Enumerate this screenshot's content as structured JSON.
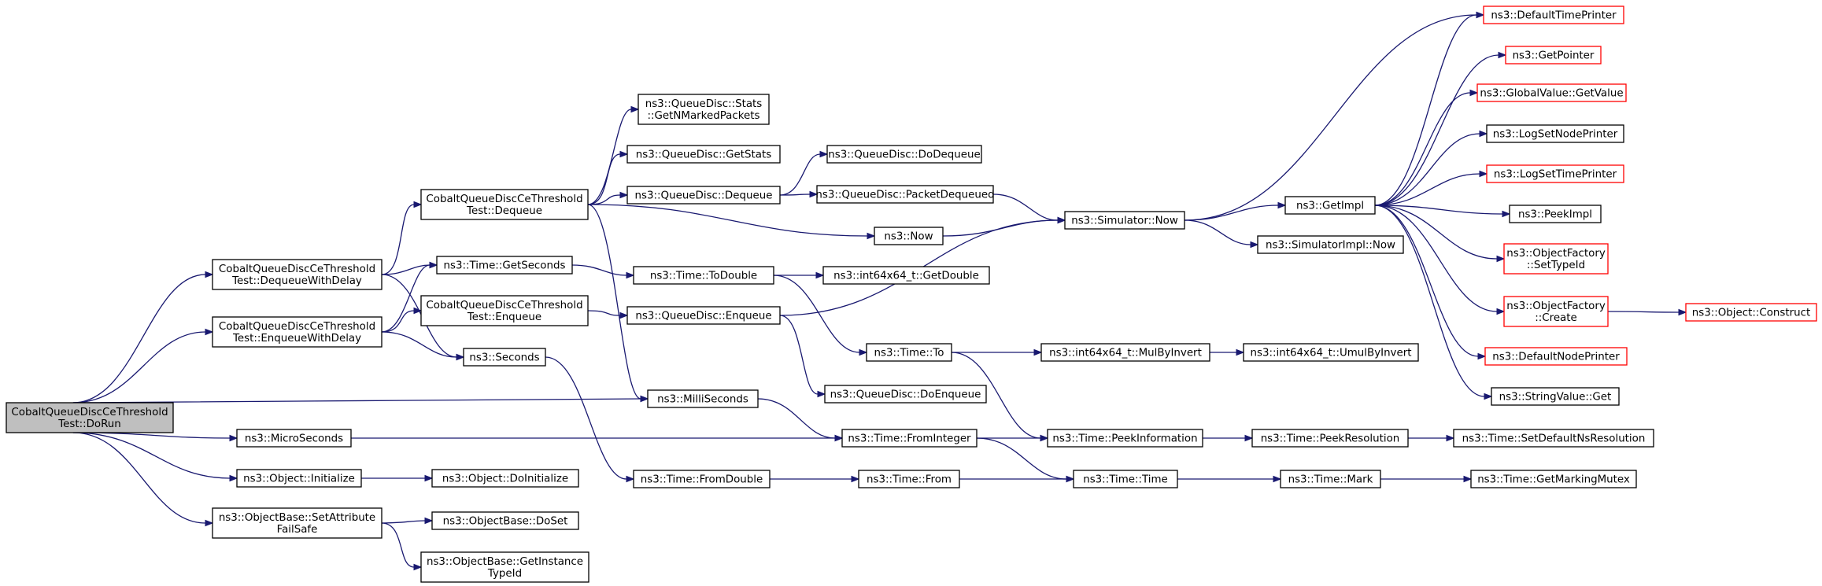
{
  "nodes": [
    {
      "id": "doRun",
      "label": [
        "CobaltQueueDiscCeThreshold",
        "Test::DoRun"
      ],
      "style": "root"
    },
    {
      "id": "dequeueWithDelay",
      "label": [
        "CobaltQueueDiscCeThreshold",
        "Test::DequeueWithDelay"
      ],
      "style": "normal"
    },
    {
      "id": "enqueueWithDelay",
      "label": [
        "CobaltQueueDiscCeThreshold",
        "Test::EnqueueWithDelay"
      ],
      "style": "normal"
    },
    {
      "id": "microSeconds",
      "label": [
        "ns3::MicroSeconds"
      ],
      "style": "normal"
    },
    {
      "id": "objInitialize",
      "label": [
        "ns3::Object::Initialize"
      ],
      "style": "normal"
    },
    {
      "id": "setAttrFailSafe",
      "label": [
        "ns3::ObjectBase::SetAttribute",
        "FailSafe"
      ],
      "style": "normal"
    },
    {
      "id": "ccDequeue",
      "label": [
        "CobaltQueueDiscCeThreshold",
        "Test::Dequeue"
      ],
      "style": "normal"
    },
    {
      "id": "timeGetSeconds",
      "label": [
        "ns3::Time::GetSeconds"
      ],
      "style": "normal"
    },
    {
      "id": "seconds",
      "label": [
        "ns3::Seconds"
      ],
      "style": "normal"
    },
    {
      "id": "ccEnqueue",
      "label": [
        "CobaltQueueDiscCeThreshold",
        "Test::Enqueue"
      ],
      "style": "normal"
    },
    {
      "id": "objDoInitialize",
      "label": [
        "ns3::Object::DoInitialize"
      ],
      "style": "normal"
    },
    {
      "id": "objDoSet",
      "label": [
        "ns3::ObjectBase::DoSet"
      ],
      "style": "normal"
    },
    {
      "id": "getInstanceTypeId",
      "label": [
        "ns3::ObjectBase::GetInstance",
        "TypeId"
      ],
      "style": "normal"
    },
    {
      "id": "statsMarked",
      "label": [
        "ns3::QueueDisc::Stats",
        "::GetNMarkedPackets"
      ],
      "style": "normal"
    },
    {
      "id": "qdGetStats",
      "label": [
        "ns3::QueueDisc::GetStats"
      ],
      "style": "normal"
    },
    {
      "id": "qdDequeue",
      "label": [
        "ns3::QueueDisc::Dequeue"
      ],
      "style": "normal"
    },
    {
      "id": "timeToDouble",
      "label": [
        "ns3::Time::ToDouble"
      ],
      "style": "normal"
    },
    {
      "id": "qdEnqueue",
      "label": [
        "ns3::QueueDisc::Enqueue"
      ],
      "style": "normal"
    },
    {
      "id": "milliSeconds",
      "label": [
        "ns3::MilliSeconds"
      ],
      "style": "normal"
    },
    {
      "id": "timeFromDouble",
      "label": [
        "ns3::Time::FromDouble"
      ],
      "style": "normal"
    },
    {
      "id": "qdDoDequeue",
      "label": [
        "ns3::QueueDisc::DoDequeue"
      ],
      "style": "normal"
    },
    {
      "id": "qdPacketDequeued",
      "label": [
        "ns3::QueueDisc::PacketDequeued"
      ],
      "style": "normal"
    },
    {
      "id": "int64GetDouble",
      "label": [
        "ns3::int64x64_t::GetDouble"
      ],
      "style": "normal"
    },
    {
      "id": "now",
      "label": [
        "ns3::Now"
      ],
      "style": "normal"
    },
    {
      "id": "timeTo",
      "label": [
        "ns3::Time::To"
      ],
      "style": "normal"
    },
    {
      "id": "qdDoEnqueue",
      "label": [
        "ns3::QueueDisc::DoEnqueue"
      ],
      "style": "normal"
    },
    {
      "id": "timeFromInteger",
      "label": [
        "ns3::Time::FromInteger"
      ],
      "style": "normal"
    },
    {
      "id": "timeFrom",
      "label": [
        "ns3::Time::From"
      ],
      "style": "normal"
    },
    {
      "id": "simulatorNow",
      "label": [
        "ns3::Simulator::Now"
      ],
      "style": "normal"
    },
    {
      "id": "int64MulByInvert",
      "label": [
        "ns3::int64x64_t::MulByInvert"
      ],
      "style": "normal"
    },
    {
      "id": "timePeekInfo",
      "label": [
        "ns3::Time::PeekInformation"
      ],
      "style": "normal"
    },
    {
      "id": "timeTime",
      "label": [
        "ns3::Time::Time"
      ],
      "style": "normal"
    },
    {
      "id": "getImpl",
      "label": [
        "ns3::GetImpl"
      ],
      "style": "normal"
    },
    {
      "id": "simImplNow",
      "label": [
        "ns3::SimulatorImpl::Now"
      ],
      "style": "normal"
    },
    {
      "id": "int64UmulByInvert",
      "label": [
        "ns3::int64x64_t::UmulByInvert"
      ],
      "style": "normal"
    },
    {
      "id": "timePeekResolution",
      "label": [
        "ns3::Time::PeekResolution"
      ],
      "style": "normal"
    },
    {
      "id": "timeMark",
      "label": [
        "ns3::Time::Mark"
      ],
      "style": "normal"
    },
    {
      "id": "defaultTimePrinter",
      "label": [
        "ns3::DefaultTimePrinter"
      ],
      "style": "red"
    },
    {
      "id": "getPointer",
      "label": [
        "ns3::GetPointer"
      ],
      "style": "red"
    },
    {
      "id": "globalValueGetValue",
      "label": [
        "ns3::GlobalValue::GetValue"
      ],
      "style": "red"
    },
    {
      "id": "logSetNodePrinter",
      "label": [
        "ns3::LogSetNodePrinter"
      ],
      "style": "normal"
    },
    {
      "id": "logSetTimePrinter",
      "label": [
        "ns3::LogSetTimePrinter"
      ],
      "style": "red"
    },
    {
      "id": "peekImpl",
      "label": [
        "ns3::PeekImpl"
      ],
      "style": "normal"
    },
    {
      "id": "objFactorySetTypeId",
      "label": [
        "ns3::ObjectFactory",
        "::SetTypeId"
      ],
      "style": "red"
    },
    {
      "id": "objFactoryCreate",
      "label": [
        "ns3::ObjectFactory",
        "::Create"
      ],
      "style": "red"
    },
    {
      "id": "defaultNodePrinter",
      "label": [
        "ns3::DefaultNodePrinter"
      ],
      "style": "red"
    },
    {
      "id": "stringValueGet",
      "label": [
        "ns3::StringValue::Get"
      ],
      "style": "normal"
    },
    {
      "id": "timeSetDefaultNsRes",
      "label": [
        "ns3::Time::SetDefaultNsResolution"
      ],
      "style": "normal"
    },
    {
      "id": "timeGetMarkingMutex",
      "label": [
        "ns3::Time::GetMarkingMutex"
      ],
      "style": "normal"
    },
    {
      "id": "objectConstruct",
      "label": [
        "ns3::Object::Construct"
      ],
      "style": "red"
    }
  ],
  "edges": [
    [
      "doRun",
      "dequeueWithDelay"
    ],
    [
      "doRun",
      "enqueueWithDelay"
    ],
    [
      "doRun",
      "milliSeconds"
    ],
    [
      "doRun",
      "microSeconds"
    ],
    [
      "doRun",
      "objInitialize"
    ],
    [
      "doRun",
      "setAttrFailSafe"
    ],
    [
      "dequeueWithDelay",
      "ccDequeue"
    ],
    [
      "dequeueWithDelay",
      "timeGetSeconds"
    ],
    [
      "dequeueWithDelay",
      "seconds"
    ],
    [
      "enqueueWithDelay",
      "timeGetSeconds"
    ],
    [
      "enqueueWithDelay",
      "ccEnqueue"
    ],
    [
      "enqueueWithDelay",
      "seconds"
    ],
    [
      "microSeconds",
      "timeFromInteger"
    ],
    [
      "objInitialize",
      "objDoInitialize"
    ],
    [
      "setAttrFailSafe",
      "objDoSet"
    ],
    [
      "setAttrFailSafe",
      "getInstanceTypeId"
    ],
    [
      "ccDequeue",
      "statsMarked"
    ],
    [
      "ccDequeue",
      "qdGetStats"
    ],
    [
      "ccDequeue",
      "qdDequeue"
    ],
    [
      "ccDequeue",
      "now"
    ],
    [
      "ccDequeue",
      "milliSeconds"
    ],
    [
      "timeGetSeconds",
      "timeToDouble"
    ],
    [
      "seconds",
      "timeFromDouble"
    ],
    [
      "ccEnqueue",
      "qdEnqueue"
    ],
    [
      "qdDequeue",
      "qdDoDequeue"
    ],
    [
      "qdDequeue",
      "qdPacketDequeued"
    ],
    [
      "qdPacketDequeued",
      "simulatorNow"
    ],
    [
      "timeToDouble",
      "int64GetDouble"
    ],
    [
      "timeToDouble",
      "timeTo"
    ],
    [
      "qdEnqueue",
      "simulatorNow"
    ],
    [
      "qdEnqueue",
      "qdDoEnqueue"
    ],
    [
      "milliSeconds",
      "timeFromInteger"
    ],
    [
      "timeFromDouble",
      "timeFrom"
    ],
    [
      "now",
      "simulatorNow"
    ],
    [
      "simulatorNow",
      "defaultTimePrinter"
    ],
    [
      "simulatorNow",
      "getImpl"
    ],
    [
      "simulatorNow",
      "simImplNow"
    ],
    [
      "timeTo",
      "int64MulByInvert"
    ],
    [
      "timeTo",
      "timePeekInfo"
    ],
    [
      "timeFromInteger",
      "timePeekInfo"
    ],
    [
      "timeFromInteger",
      "timeTime"
    ],
    [
      "timeFrom",
      "timeTime"
    ],
    [
      "int64MulByInvert",
      "int64UmulByInvert"
    ],
    [
      "timePeekInfo",
      "timePeekResolution"
    ],
    [
      "timeTime",
      "timeMark"
    ],
    [
      "timePeekResolution",
      "timeSetDefaultNsRes"
    ],
    [
      "timeMark",
      "timeGetMarkingMutex"
    ],
    [
      "getImpl",
      "defaultTimePrinter"
    ],
    [
      "getImpl",
      "getPointer"
    ],
    [
      "getImpl",
      "globalValueGetValue"
    ],
    [
      "getImpl",
      "logSetNodePrinter"
    ],
    [
      "getImpl",
      "logSetTimePrinter"
    ],
    [
      "getImpl",
      "peekImpl"
    ],
    [
      "getImpl",
      "objFactorySetTypeId"
    ],
    [
      "getImpl",
      "objFactoryCreate"
    ],
    [
      "getImpl",
      "defaultNodePrinter"
    ],
    [
      "getImpl",
      "stringValueGet"
    ],
    [
      "objFactoryCreate",
      "objectConstruct"
    ]
  ]
}
